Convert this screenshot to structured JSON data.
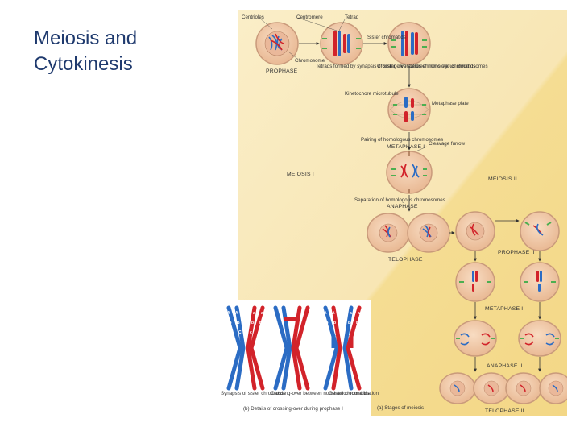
{
  "slide": {
    "title": "Meiosis and Cytokinesis"
  },
  "figure": {
    "labels": {
      "centrioles": "Centrioles",
      "centromere": "Centromere",
      "tetrad": "Tetrad",
      "sister_chromatids": "Sister chromatids",
      "chromosome": "Chromosome",
      "tetrads_formed": "Tetrads formed by synapsis of sister chromatids of homologous chromosomes",
      "crossing_over_top": "Crossing-over between nonsister chromatids",
      "prophase_1": "PROPHASE I",
      "metaphase_plate": "Metaphase plate",
      "kinetochore": "Kinetochore microtubule",
      "pairing": "Pairing of homologous chromosomes",
      "metaphase_1": "METAPHASE I",
      "cleavage_furrow": "Cleavage furrow",
      "meiosis_1": "MEIOSIS I",
      "meiosis_2": "MEIOSIS II",
      "separation": "Separation of homologous chromosomes",
      "anaphase_1": "ANAPHASE I",
      "telophase_1": "TELOPHASE I",
      "prophase_2": "PROPHASE II",
      "metaphase_2": "METAPHASE II",
      "anaphase_2": "ANAPHASE II",
      "telophase_2": "TELOPHASE II",
      "synapsis": "Synapsis of sister chromatids",
      "crossing_over_bottom": "Crossing-over between nonsister chromatids",
      "genetic_recombination": "Genetic recombination",
      "caption_b": "(b) Details of crossing-over during prophase I",
      "caption_a": "(a) Stages of meiosis"
    },
    "alleles": [
      "A",
      "a",
      "B",
      "b",
      "C",
      "c"
    ],
    "colors": {
      "panel_left": "#faeec8",
      "panel_right": "#f5dd93",
      "cell_fill": "#f2c9a7",
      "cell_edge": "#c99a7b",
      "chromosome_red": "#d2232a",
      "chromosome_blue": "#2b6cc4",
      "spindle": "#4caf50",
      "title_text": "#1f3a6e"
    }
  }
}
